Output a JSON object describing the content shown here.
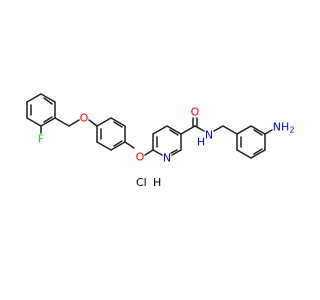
{
  "atoms": {
    "F": "F",
    "O_benzyl": "O",
    "O_aryl": "O",
    "O_carbonyl": "O",
    "N_pyridine": "N",
    "NH_amide": "H",
    "N_amide": "N",
    "NH2": "NH",
    "NH2_sub": "2"
  },
  "salt": {
    "cl": "Cl",
    "h": "H"
  },
  "colors": {
    "bond": "#1f1f1f",
    "F": "#33cc33",
    "O": "#ff0000",
    "N": "#0000ff",
    "Cl": "#000000"
  }
}
